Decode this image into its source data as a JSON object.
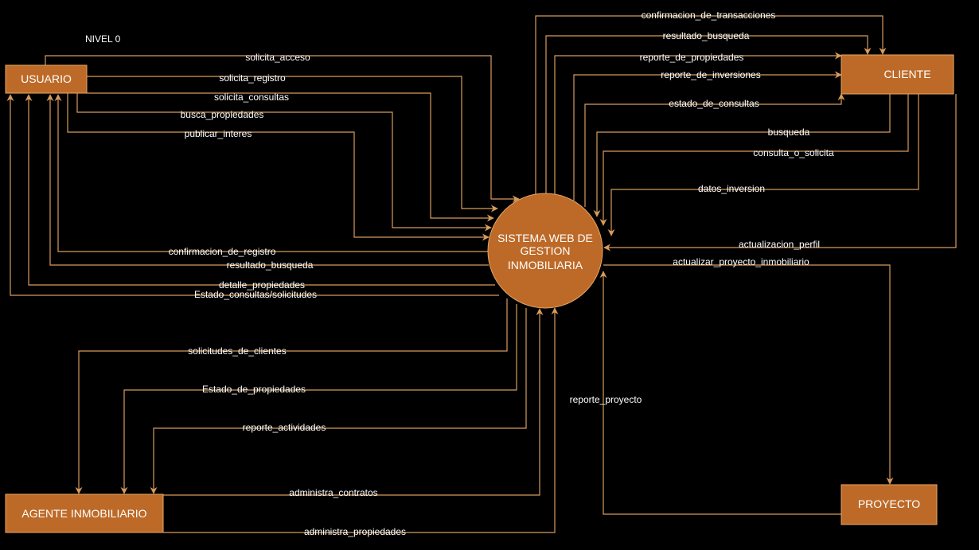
{
  "level_label": "NIVEL 0",
  "nodes": {
    "usuario": "USUARIO",
    "cliente": "CLIENTE",
    "agente": "AGENTE INMOBILIARIO",
    "proyecto": "PROYECTO",
    "sistema": [
      "SISTEMA WEB DE",
      "GESTION",
      "INMOBILIARIA"
    ]
  },
  "flows": {
    "solicita_acceso": "solicita_acceso",
    "solicita_registro": "solicita_registro",
    "solicita_consultas": "solicita_consultas",
    "busca_propiedades": "busca_propiedades",
    "publicar_interes": "publicar_interes",
    "confirmacion_de_registro": "confirmacion_de_registro",
    "resultado_busqueda_usuario": "resultado_busqueda",
    "detalle_propiedades": "detalle_propiedades",
    "estado_consultas_solicitudes": "Estado_consultas/solicitudes",
    "confirmacion_de_transacciones": "confirmacion_de_transacciones",
    "resultado_busqueda_cliente": "resultado_busqueda",
    "reporte_de_propiedades": "reporte_de_propiedades",
    "reporte_de_inversiones": "reporte_de_inversiones",
    "estado_de_consultas": "estado_de_consultas",
    "busqueda": "busqueda",
    "consulta_o_solicita": "consulta_o_solicita",
    "datos_inversion": "datos_inversion",
    "actualizacion_perfil": "actualizacion_perfil",
    "actualizar_proyecto_inmobiliario": "actualizar_proyecto_inmobiliario",
    "reporte_proyecto": "reporte_proyecto",
    "solicitudes_de_clientes": "solicitudes_de_clientes",
    "estado_de_propiedades": "Estado_de_propiedades",
    "reporte_actividades": "reporte_actividades",
    "administra_contratos": "administra_contratos",
    "administra_propiedades": "administra_propiedades"
  },
  "colors": {
    "node_fill": "#bd6a28",
    "node_stroke": "#e8a766",
    "line": "#d79b5c",
    "text": "#ffffff",
    "background": "#000000"
  }
}
